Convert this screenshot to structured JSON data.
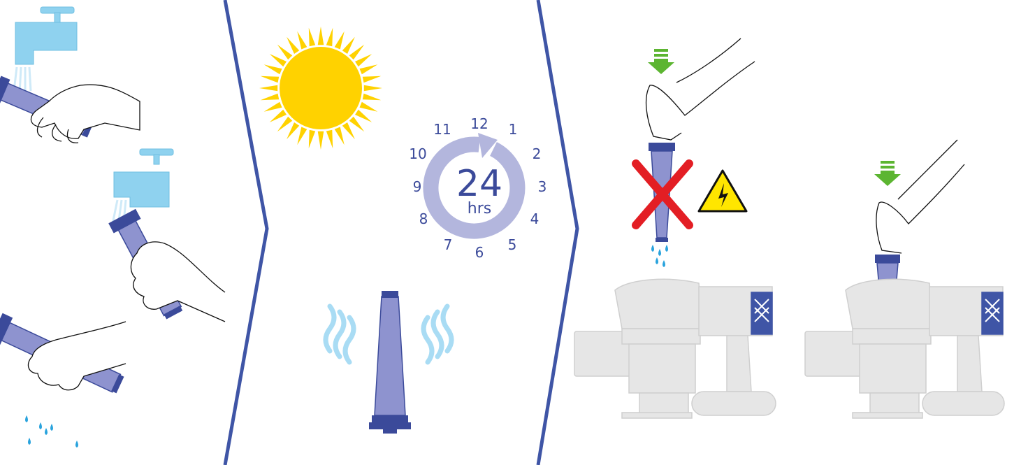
{
  "clock": {
    "numbers": [
      "12",
      "1",
      "2",
      "3",
      "4",
      "5",
      "6",
      "7",
      "8",
      "9",
      "10",
      "11"
    ],
    "duration": "24",
    "unit": "hrs"
  },
  "colors": {
    "divider": "#3f55a6",
    "filter_body": "#8e93cf",
    "filter_cap": "#3b4a9a",
    "water": "#29a3dd",
    "tap": "#8fd2ef",
    "sun": "#ffd200",
    "clock_ring": "#b3b6dd",
    "vacuum": "#e6e6e6",
    "arrow": "#5cb531",
    "cross": "#e31e24",
    "warning": "#ffe600"
  },
  "icons": [
    "tap-icon",
    "water-drops-icon",
    "sun-icon",
    "clock-icon",
    "air-waves-icon",
    "down-arrow-icon",
    "cross-icon",
    "electric-warning-icon"
  ]
}
